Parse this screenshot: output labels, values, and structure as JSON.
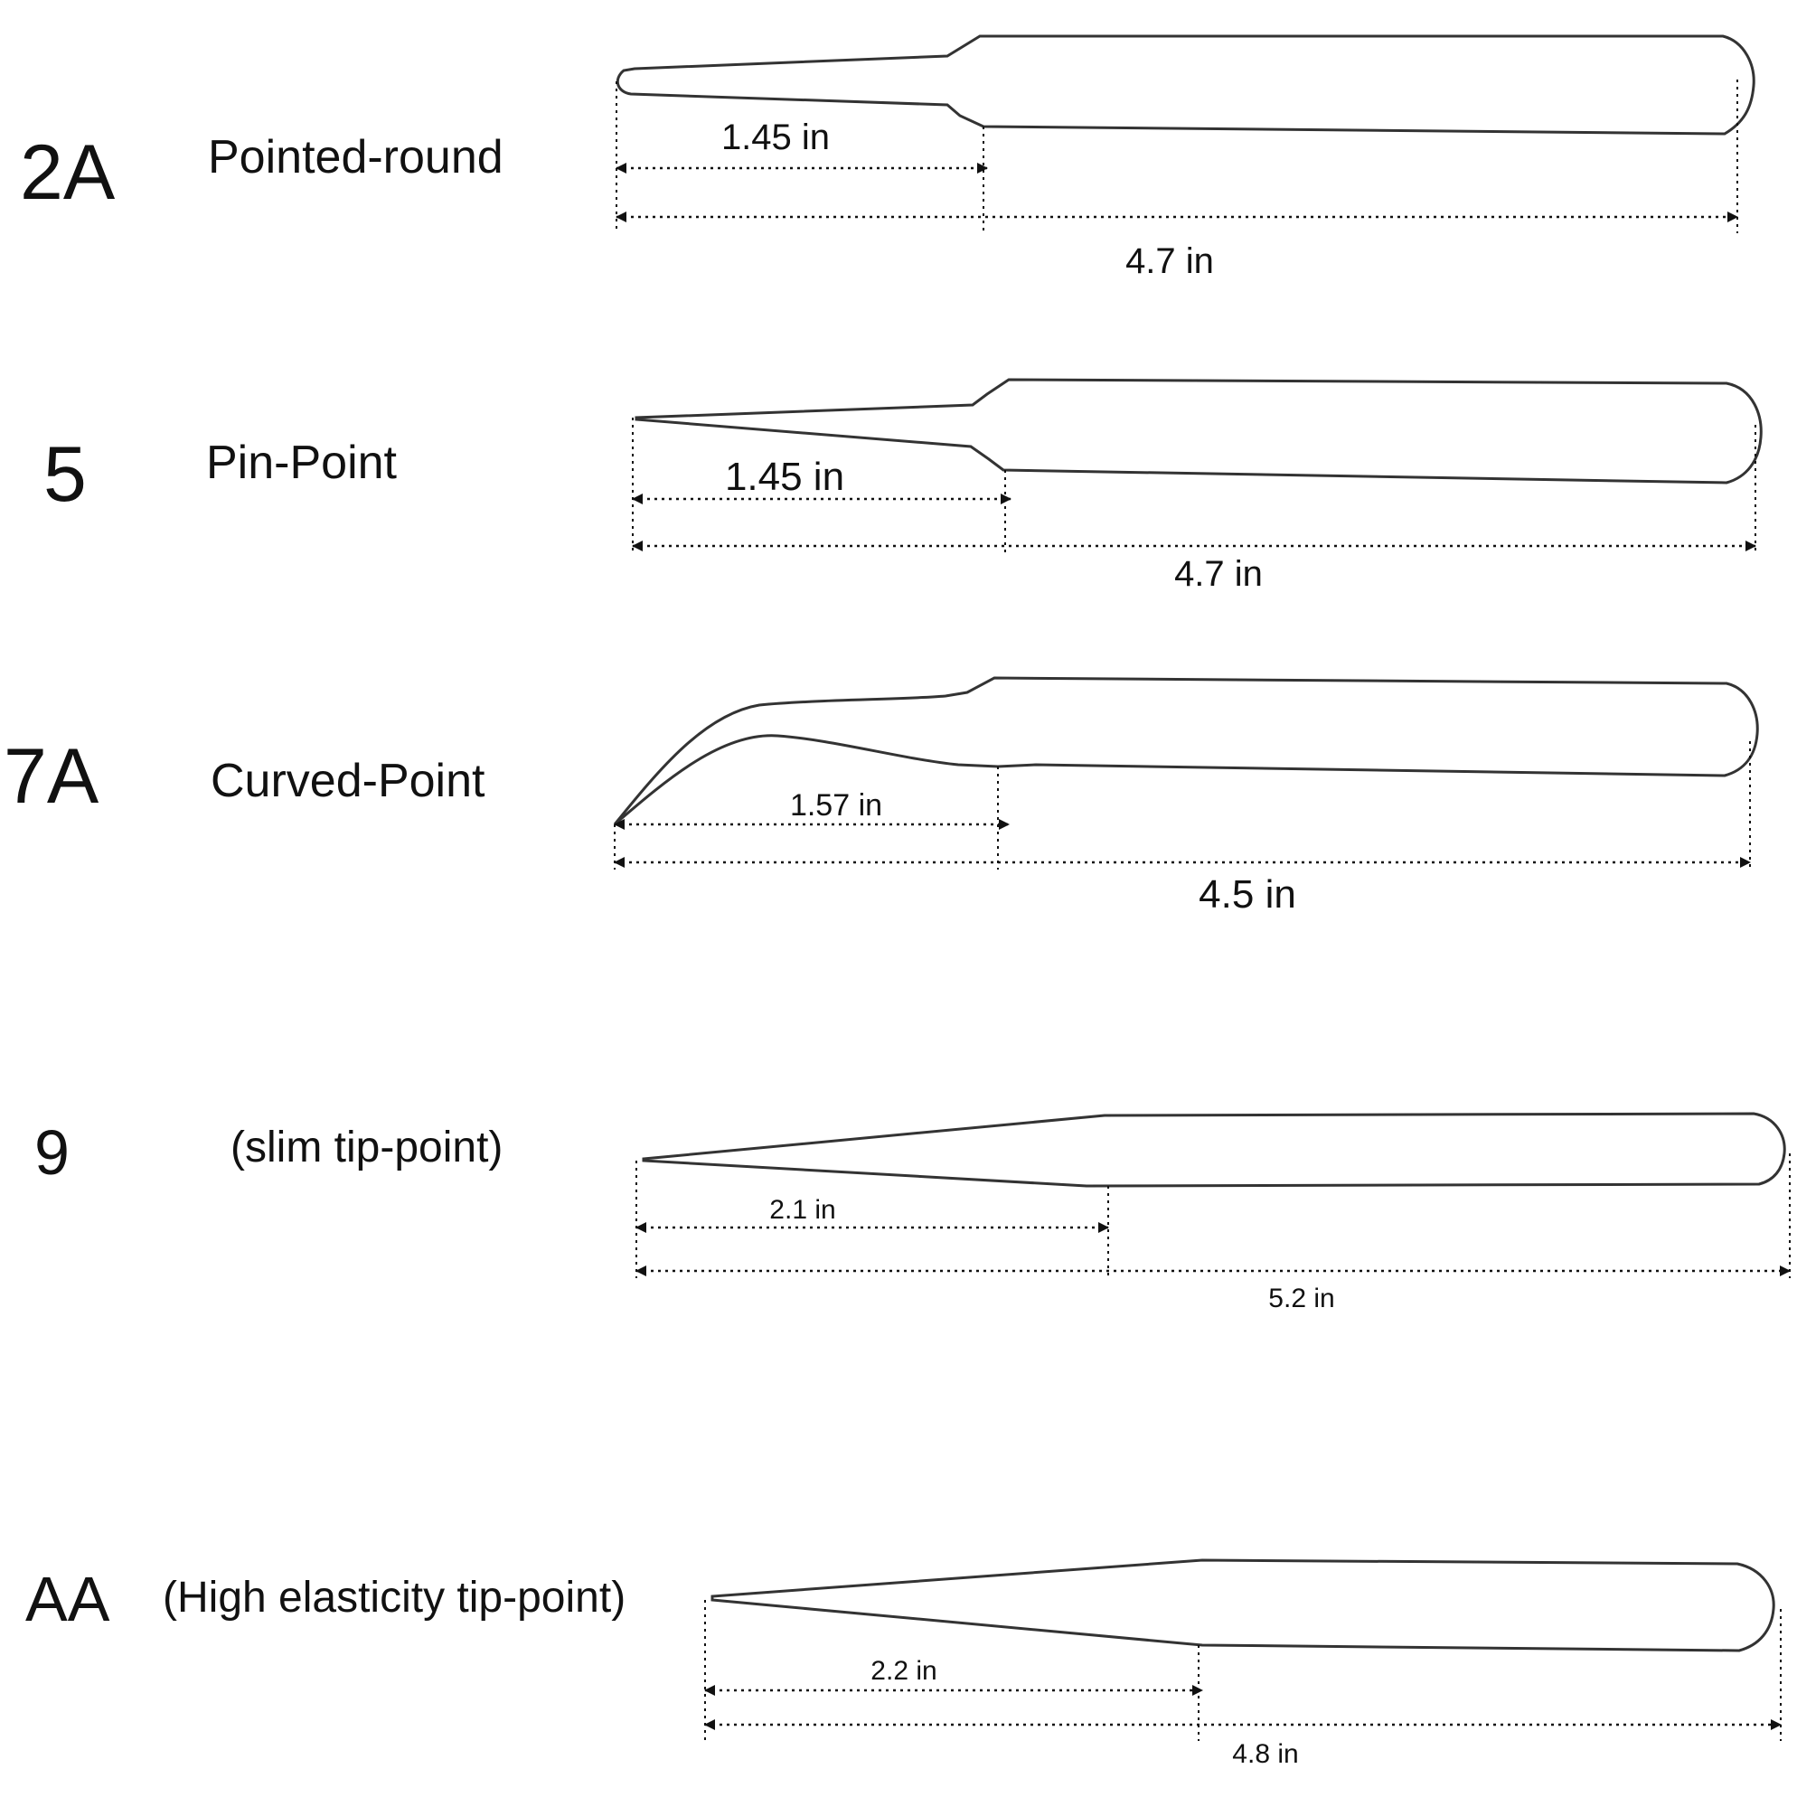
{
  "tweezers": [
    {
      "code": "2A",
      "name": "Pointed-round",
      "tip_length": "1.45 in",
      "total_length": "4.7 in"
    },
    {
      "code": "5",
      "name": "Pin-Point",
      "tip_length": "1.45 in",
      "total_length": "4.7 in"
    },
    {
      "code": "7A",
      "name": "Curved-Point",
      "tip_length": "1.57 in",
      "total_length": "4.5 in"
    },
    {
      "code": "9",
      "name": "(slim tip-point)",
      "tip_length": "2.1 in",
      "total_length": "5.2 in"
    },
    {
      "code": "AA",
      "name": "(High elasticity tip-point)",
      "tip_length": "2.2 in",
      "total_length": "4.8 in"
    }
  ],
  "colors": {
    "outline": "#333333",
    "dimension": "#111111"
  }
}
